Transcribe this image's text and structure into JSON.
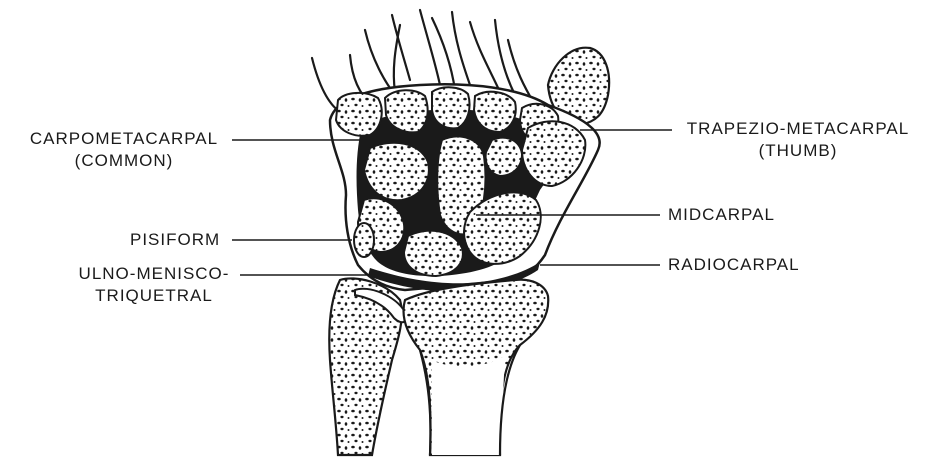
{
  "labels": {
    "carpometacarpal": {
      "line1": "CARPOMETACARPAL",
      "line2": "(COMMON)"
    },
    "pisiform": "PISIFORM",
    "ulno_menisco": {
      "line1": "ULNO-MENISCO-",
      "line2": "TRIQUETRAL"
    },
    "trapezio_metacarpal": {
      "line1": "TRAPEZIO-METACARPAL",
      "line2": "(THUMB)"
    },
    "midcarpal": "MIDCARPAL",
    "radiocarpal": "RADIOCARPAL"
  },
  "colors": {
    "ink": "#1a1a1a",
    "paper": "#ffffff"
  }
}
